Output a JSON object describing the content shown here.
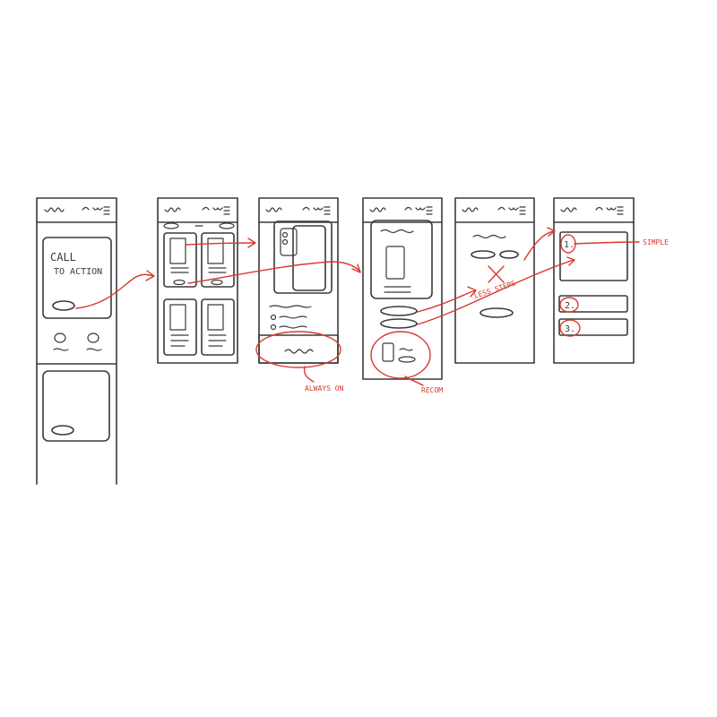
{
  "colors": {
    "ink": "#3a3a3a",
    "annotation": "#d83a2e",
    "paper": "#ffffff"
  },
  "sketch": {
    "cta_line1": "CALL",
    "cta_line2": "TO ACTION",
    "annotations": {
      "always_on": "ALWAYS ON",
      "recom": "RECOM",
      "less_steps": "LESS STEPS",
      "simple": "SIMPLE"
    },
    "steps": [
      "1.",
      "2.",
      "3."
    ]
  }
}
